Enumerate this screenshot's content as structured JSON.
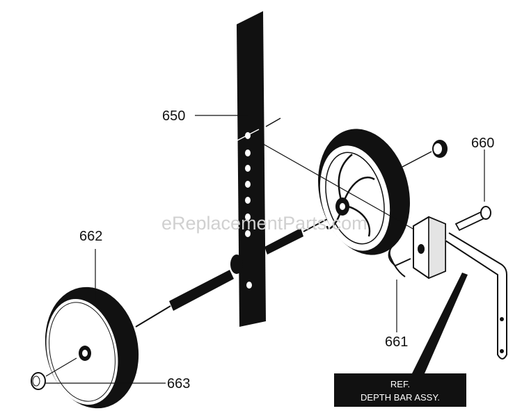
{
  "diagram": {
    "part_labels": {
      "p650": "650",
      "p660": "660",
      "p661": "661",
      "p662": "662",
      "p663": "663"
    },
    "reference_box": {
      "line1": "REF.",
      "line2": "DEPTH BAR ASSY."
    },
    "watermark": "eReplacementParts.com",
    "colors": {
      "ink": "#111111",
      "background": "#ffffff",
      "watermark": "#d0d0d0"
    }
  }
}
